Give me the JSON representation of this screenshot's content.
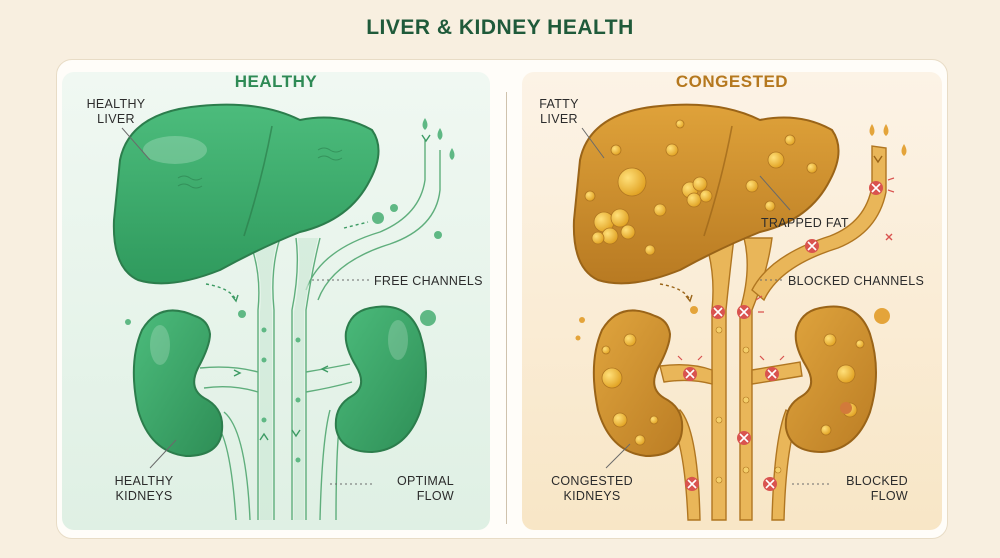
{
  "title": "LIVER & KIDNEY HEALTH",
  "colors": {
    "healthy_green": "#3caa6a",
    "healthy_dark": "#2e8a55",
    "congested_orange": "#d99a2b",
    "congested_dark": "#b5781e",
    "blocked_red": "#d9534f"
  },
  "healthy": {
    "heading": "HEALTHY",
    "liver_label": [
      "HEALTHY",
      "LIVER"
    ],
    "channels_label": "FREE CHANNELS",
    "kidneys_label": [
      "HEALTHY",
      "KIDNEYS"
    ],
    "flow_label": [
      "OPTIMAL",
      "FLOW"
    ]
  },
  "congested": {
    "heading": "CONGESTED",
    "liver_label": [
      "FATTY",
      "LIVER"
    ],
    "fat_label": "TRAPPED FAT",
    "channels_label": "BLOCKED CHANNELS",
    "kidneys_label": [
      "CONGESTED",
      "KIDNEYS"
    ],
    "flow_label": [
      "BLOCKED",
      "FLOW"
    ]
  }
}
